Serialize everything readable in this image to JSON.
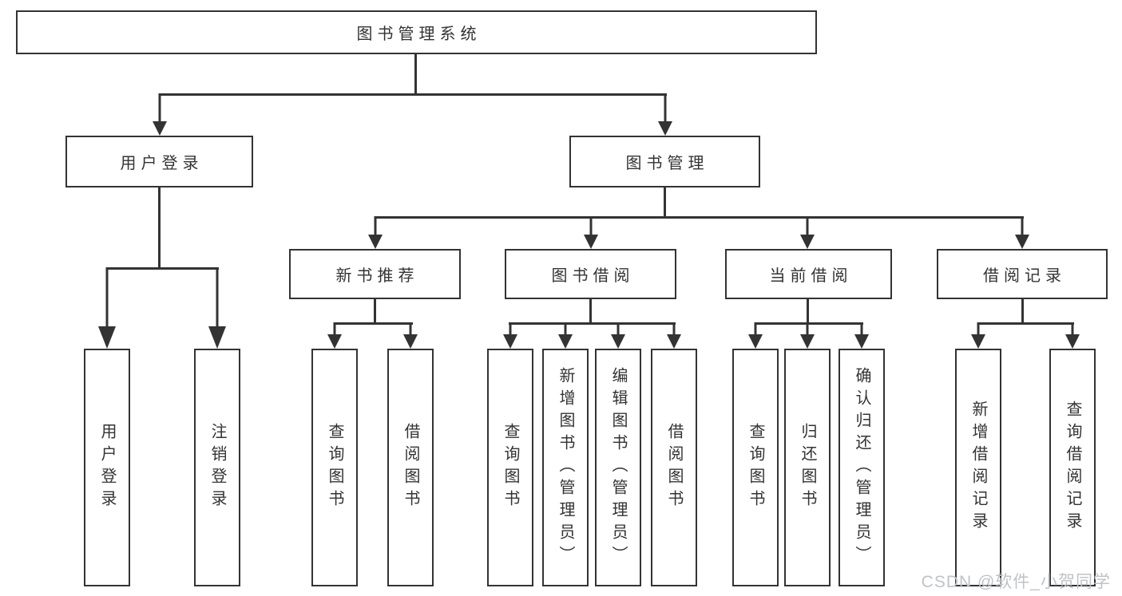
{
  "title": "图书管理系统",
  "tree": {
    "label": "图书管理系统",
    "children": [
      {
        "label": "用户登录",
        "children": [
          {
            "label": "用户登录"
          },
          {
            "label": "注销登录"
          }
        ]
      },
      {
        "label": "图书管理",
        "children": [
          {
            "label": "新书推荐",
            "children": [
              {
                "label": "查询图书"
              },
              {
                "label": "借阅图书"
              }
            ]
          },
          {
            "label": "图书借阅",
            "children": [
              {
                "label": "查询图书"
              },
              {
                "label": "新增图书（管理员）"
              },
              {
                "label": "编辑图书（管理员）"
              },
              {
                "label": "借阅图书"
              }
            ]
          },
          {
            "label": "当前借阅",
            "children": [
              {
                "label": "查询图书"
              },
              {
                "label": "归还图书"
              },
              {
                "label": "确认归还（管理员）"
              }
            ]
          },
          {
            "label": "借阅记录",
            "children": [
              {
                "label": "新增借阅记录"
              },
              {
                "label": "查询借阅记录"
              }
            ]
          }
        ]
      }
    ]
  },
  "watermark": {
    "text": "CSDN @软件_小贺同学"
  },
  "colors": {
    "line": "#333333",
    "box_border": "#333333",
    "text": "#333333",
    "watermark": "#bfc3c7",
    "background": "#ffffff"
  }
}
